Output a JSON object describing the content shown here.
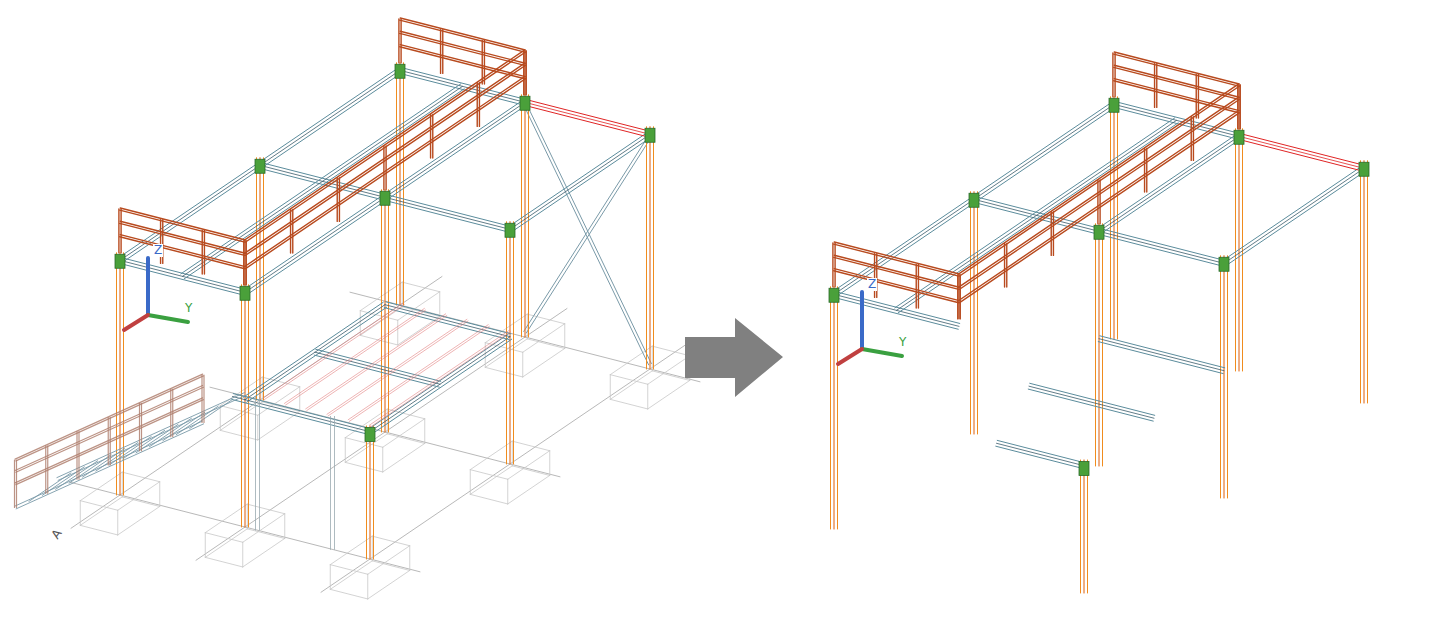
{
  "diagram": {
    "labels": [
      "Z",
      "Y",
      "A",
      "Z",
      "Y"
    ]
  }
}
